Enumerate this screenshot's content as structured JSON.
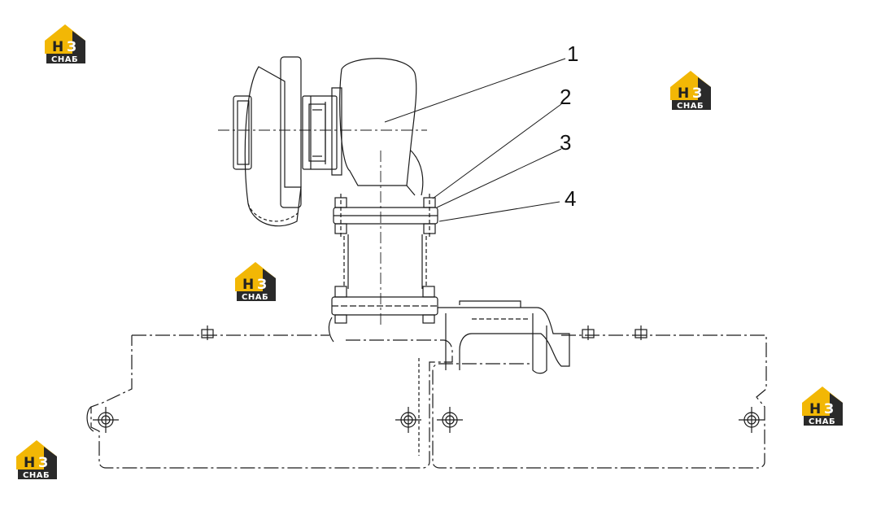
{
  "callouts": [
    {
      "id": "1",
      "label": "1"
    },
    {
      "id": "2",
      "label": "2"
    },
    {
      "id": "3",
      "label": "3"
    },
    {
      "id": "4",
      "label": "4"
    }
  ],
  "watermark": {
    "letters_h": "Н",
    "letters_3": "З",
    "caption": "СНАБ",
    "color_gold": "#f2b705",
    "color_dark": "#2a2a2a"
  },
  "line_color": "#1a1a1a"
}
